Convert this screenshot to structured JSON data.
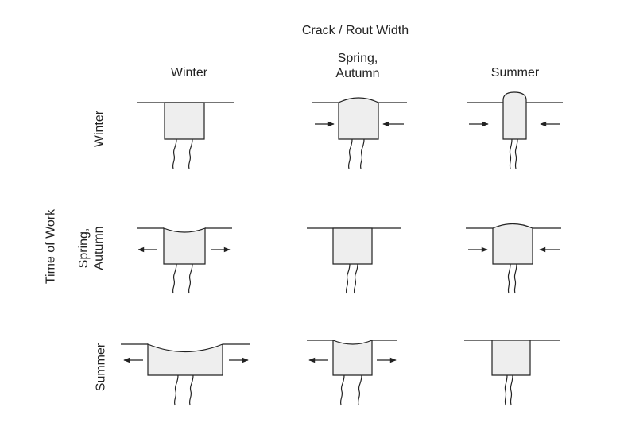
{
  "header": {
    "title": "Crack / Rout Width"
  },
  "columns": [
    {
      "lines": [
        "Winter"
      ]
    },
    {
      "lines": [
        "Spring,",
        "Autumn"
      ]
    },
    {
      "lines": [
        "Summer"
      ]
    }
  ],
  "side": {
    "title": "Time of Work"
  },
  "rows": [
    {
      "lines": [
        "Winter"
      ]
    },
    {
      "lines": [
        "Spring,",
        "Autumn"
      ]
    },
    {
      "lines": [
        "Summer"
      ]
    }
  ],
  "cells": [
    {
      "row": "Winter",
      "column": "Winter",
      "sealant": "flush",
      "arrows": "none"
    },
    {
      "row": "Winter",
      "column": "Spring, Autumn",
      "sealant": "bulge",
      "arrows": "inward"
    },
    {
      "row": "Winter",
      "column": "Summer",
      "sealant": "high bulge",
      "arrows": "inward"
    },
    {
      "row": "Spring, Autumn",
      "column": "Winter",
      "sealant": "sag",
      "arrows": "outward"
    },
    {
      "row": "Spring, Autumn",
      "column": "Spring, Autumn",
      "sealant": "flush",
      "arrows": "none"
    },
    {
      "row": "Spring, Autumn",
      "column": "Summer",
      "sealant": "bulge",
      "arrows": "inward"
    },
    {
      "row": "Summer",
      "column": "Winter",
      "sealant": "deep sag",
      "arrows": "outward"
    },
    {
      "row": "Summer",
      "column": "Spring, Autumn",
      "sealant": "sag",
      "arrows": "outward"
    },
    {
      "row": "Summer",
      "column": "Summer",
      "sealant": "flush",
      "arrows": "none"
    }
  ],
  "colors": {
    "line": "#222222",
    "fill": "#eeeeee",
    "arrow": "#222222"
  }
}
